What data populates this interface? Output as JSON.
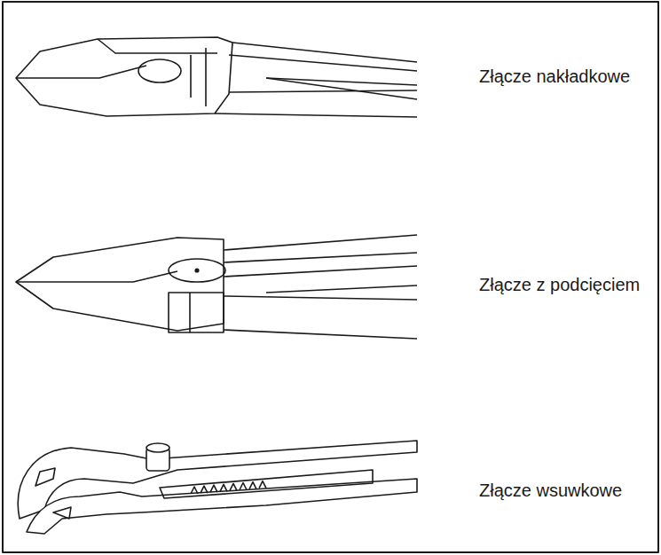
{
  "diagram": {
    "labels": [
      "Złącze nakładkowe",
      "Złącze z podcięciem",
      "Złącze wsuwkowe"
    ]
  }
}
